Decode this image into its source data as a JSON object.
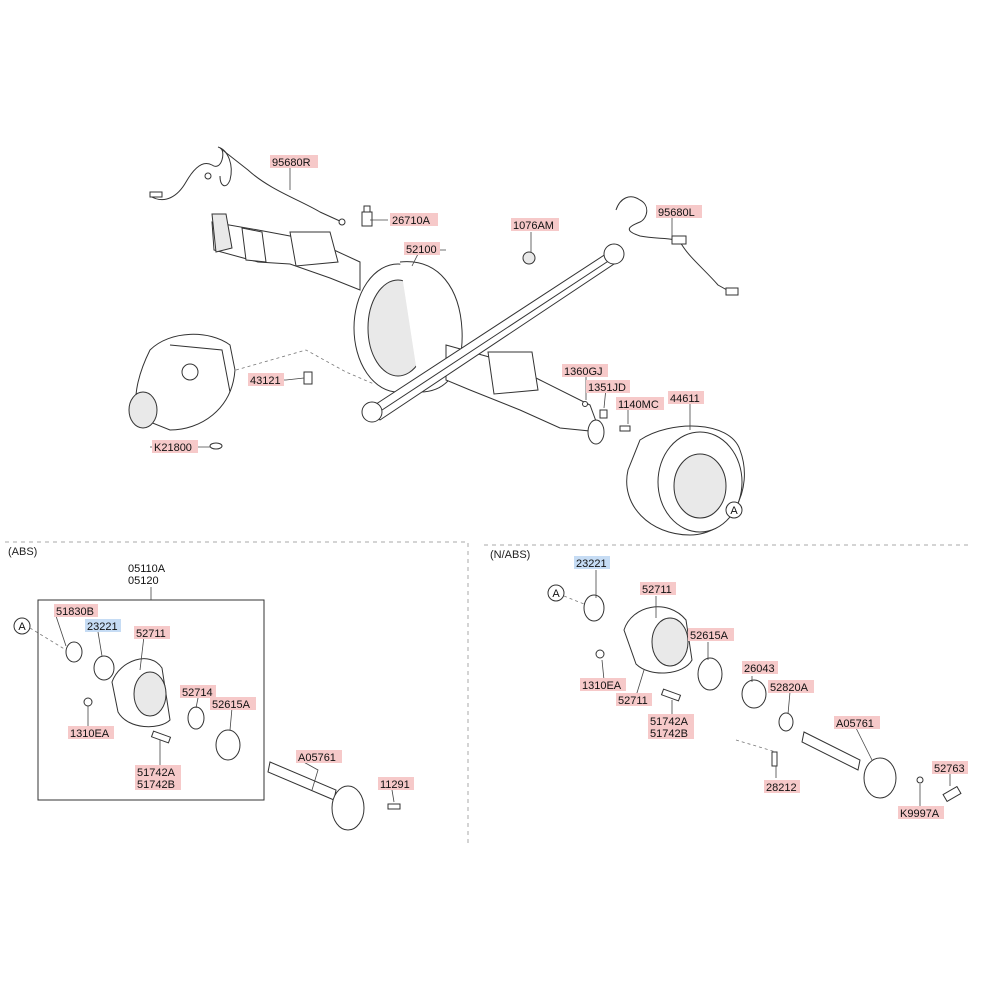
{
  "sections": {
    "abs": "(ABS)",
    "nabs": "(N/ABS)"
  },
  "ref_marker": "A",
  "labels": {
    "p95680R": "95680R",
    "p26710A": "26710A",
    "p1076AM": "1076AM",
    "p95680L": "95680L",
    "p52100": "52100",
    "p43121": "43121",
    "pK21800": "K21800",
    "p1360GJ": "1360GJ",
    "p1351JD": "1351JD",
    "p1140MC": "1140MC",
    "p44611": "44611",
    "abs_05110A": "05110A",
    "abs_05120": "05120",
    "abs_51830B": "51830B",
    "abs_23221": "23221",
    "abs_52711": "52711",
    "abs_52714": "52714",
    "abs_52615A": "52615A",
    "abs_1310EA": "1310EA",
    "abs_51742A": "51742A",
    "abs_51742B": "51742B",
    "abs_A05761": "A05761",
    "abs_11291": "11291",
    "nabs_23221": "23221",
    "nabs_52711a": "52711",
    "nabs_52615A": "52615A",
    "nabs_1310EA": "1310EA",
    "nabs_52711b": "52711",
    "nabs_26043": "26043",
    "nabs_52820A": "52820A",
    "nabs_51742A": "51742A",
    "nabs_51742B": "51742B",
    "nabs_A05761": "A05761",
    "nabs_28212": "28212",
    "nabs_52763": "52763",
    "nabs_K9997A": "K9997A"
  },
  "colors": {
    "label_highlight_red": "#f6c9c9",
    "label_highlight_blue": "#c6dcf4"
  }
}
